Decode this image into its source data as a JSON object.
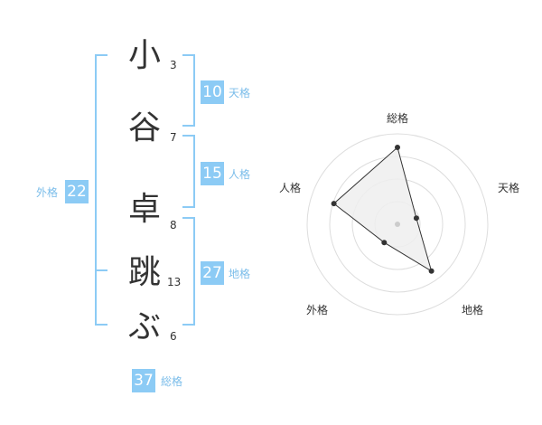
{
  "name": {
    "chars": [
      {
        "char": "小",
        "strokes": "3"
      },
      {
        "char": "谷",
        "strokes": "7"
      },
      {
        "char": "卓",
        "strokes": "8"
      },
      {
        "char": "跳",
        "strokes": "13"
      },
      {
        "char": "ぶ",
        "strokes": "6"
      }
    ]
  },
  "fortunes": {
    "ten": {
      "value": "10",
      "label": "天格"
    },
    "jin": {
      "value": "15",
      "label": "人格"
    },
    "chi": {
      "value": "27",
      "label": "地格"
    },
    "gai": {
      "value": "22",
      "label": "外格"
    },
    "so": {
      "value": "37",
      "label": "総格"
    }
  },
  "colors": {
    "accent": "#8ccbf5",
    "label": "#7bbdea",
    "text": "#333333"
  },
  "chart_data": {
    "type": "radar",
    "axes": [
      "総格",
      "天格",
      "地格",
      "外格",
      "人格"
    ],
    "values": [
      0.85,
      0.22,
      0.64,
      0.25,
      0.74
    ],
    "range": [
      0,
      1
    ],
    "rings": 4
  }
}
